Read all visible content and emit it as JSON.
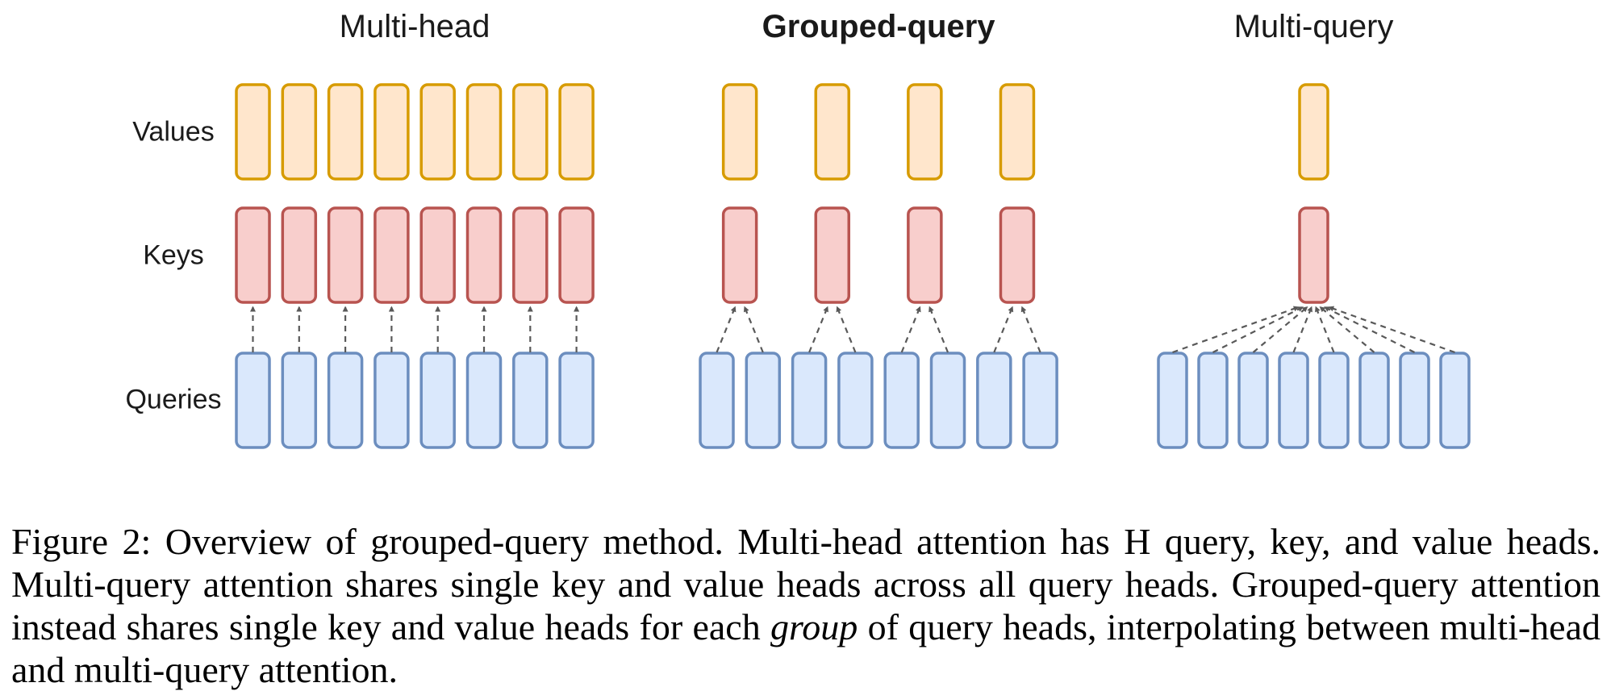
{
  "figure": {
    "row_labels": [
      "Values",
      "Keys",
      "Queries"
    ],
    "diagrams": [
      {
        "title": "Multi-head",
        "bold": false,
        "value_heads": 8,
        "key_heads": 8,
        "query_heads": 8
      },
      {
        "title": "Grouped-query",
        "bold": true,
        "value_heads": 4,
        "key_heads": 4,
        "query_heads": 8
      },
      {
        "title": "Multi-query",
        "bold": false,
        "value_heads": 1,
        "key_heads": 1,
        "query_heads": 8
      }
    ]
  },
  "caption": {
    "text_before_italic": "Figure 2: Overview of grouped-query method. Multi-head attention has H query, key, and value heads. Multi-query attention shares single key and value heads across all query heads. Grouped-query attention instead shares single key and value heads for each ",
    "italic_word": "group",
    "text_after_italic": " of query heads, interpolating between multi-head and multi-query attention."
  },
  "colors": {
    "background": "#FFFFFF",
    "value_fill": "#FFE6CC",
    "value_stroke": "#D79B00",
    "key_fill": "#F8CECC",
    "key_stroke": "#B85450",
    "query_fill": "#DAE8FC",
    "query_stroke": "#6C8EBF",
    "connector": "#595959",
    "text": "#000000"
  }
}
